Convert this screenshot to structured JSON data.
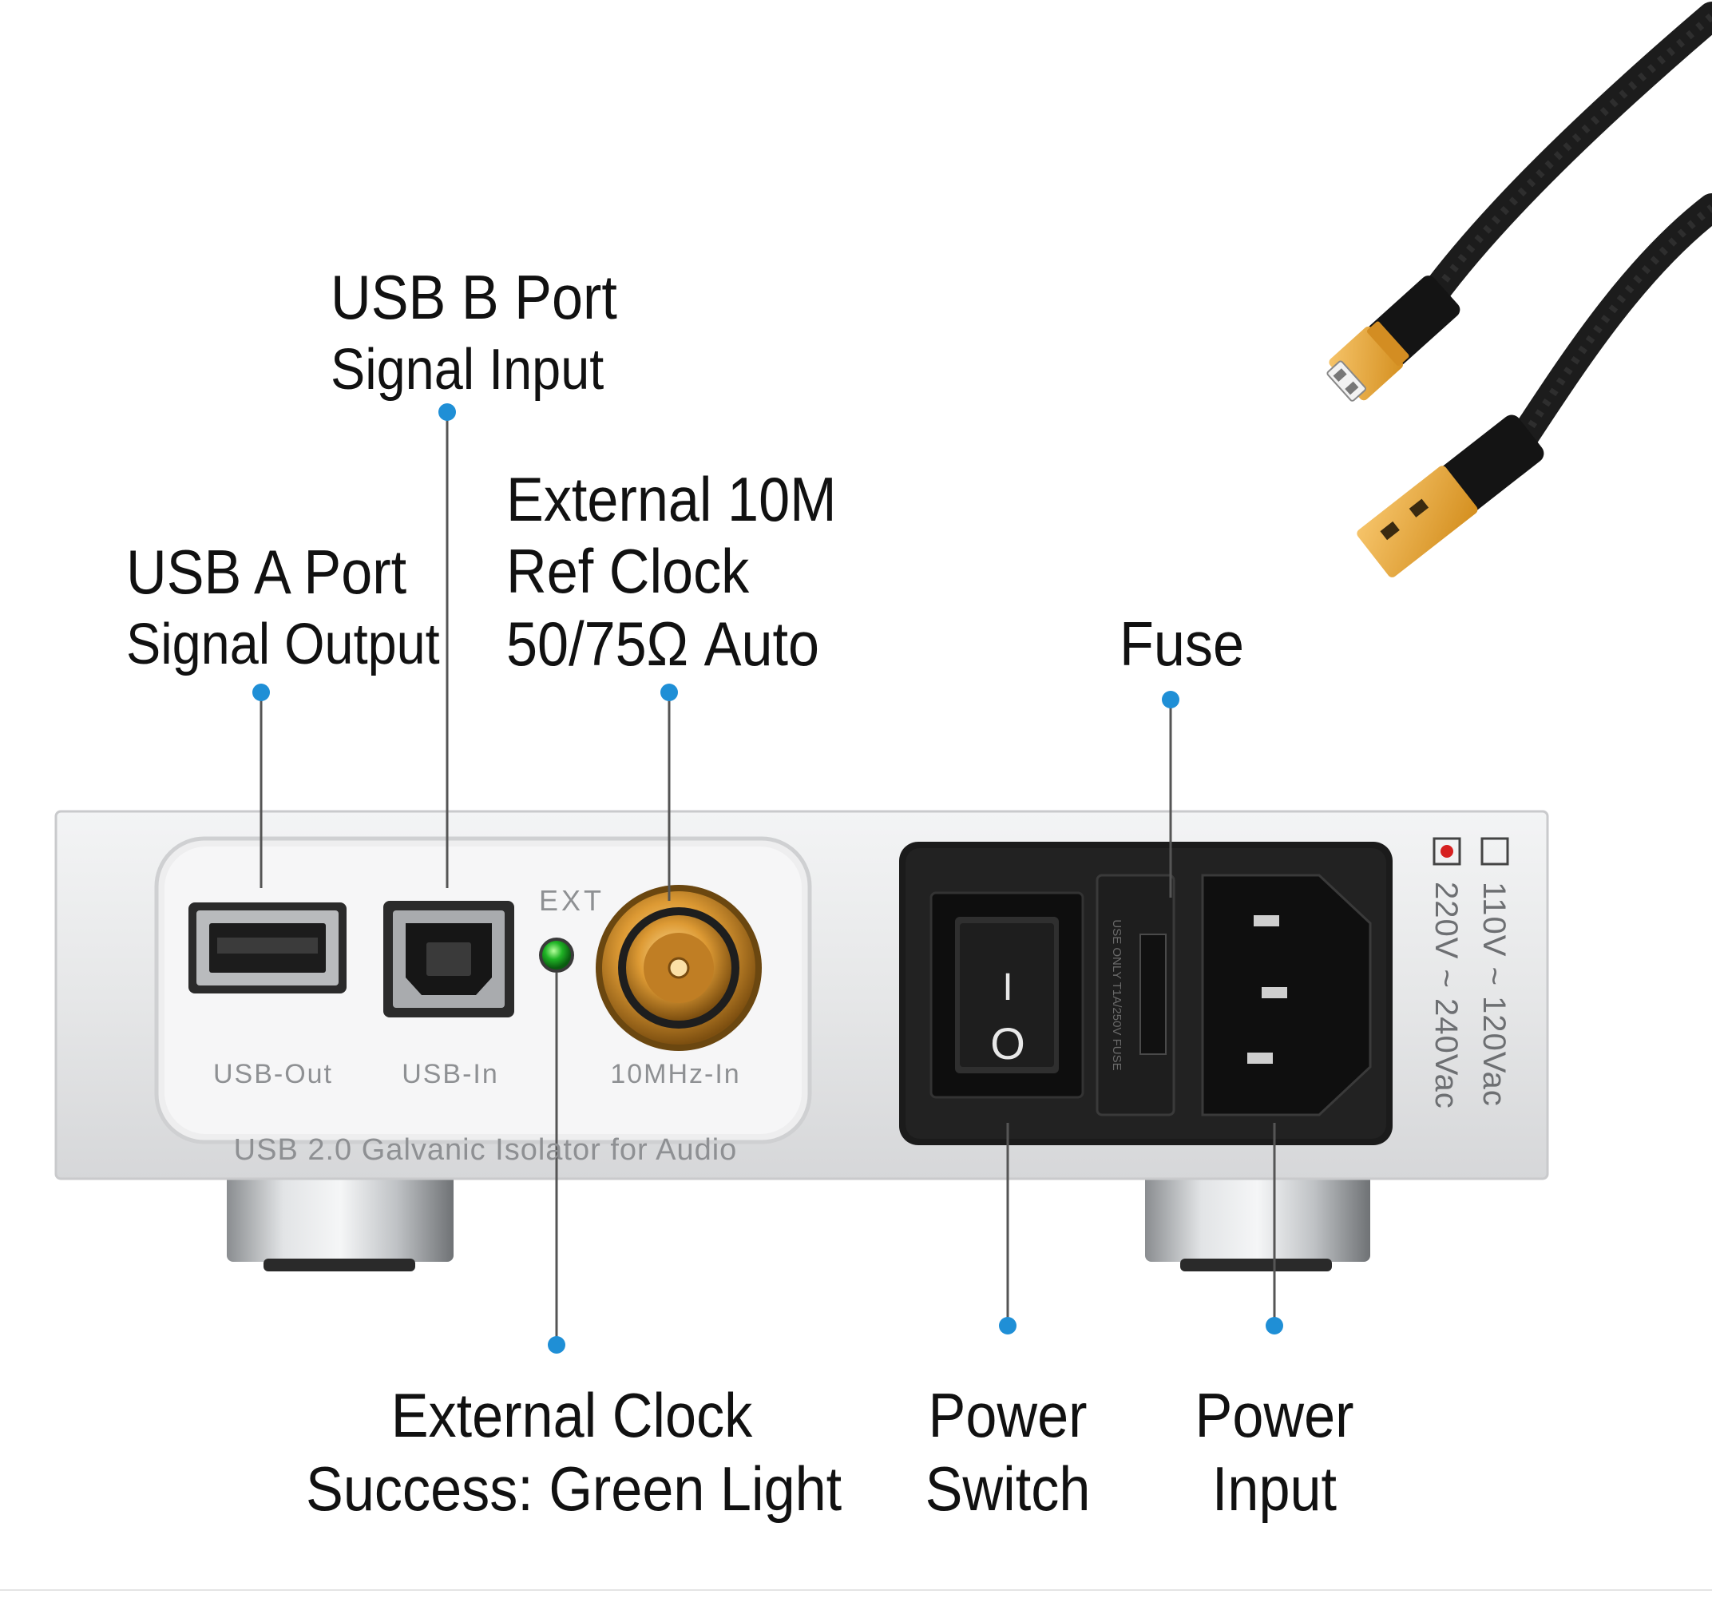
{
  "callouts": {
    "usb_b": {
      "line1": "USB B Port",
      "line2": "Signal Input"
    },
    "usb_a": {
      "line1": "USB A Port",
      "line2": "Signal Output"
    },
    "ext_clock_input": {
      "line1": "External 10M",
      "line2": "Ref Clock",
      "line3": "50/75Ω Auto"
    },
    "fuse": {
      "line1": "Fuse"
    },
    "ext_clock_led": {
      "line1": "External Clock",
      "line2": "Success: Green Light"
    },
    "power_switch": {
      "line1": "Power",
      "line2": "Switch"
    },
    "power_input": {
      "line1": "Power",
      "line2": "Input"
    }
  },
  "panel": {
    "usb_out_label": "USB-Out",
    "usb_in_label": "USB-In",
    "ext_label": "EXT",
    "clock_in_label": "10MHz-In",
    "product_name": "USB 2.0 Galvanic Isolator for Audio",
    "voltage_110": "110V ~ 120Vac",
    "voltage_220": "220V ~ 240Vac",
    "switch_on_symbol": "I",
    "switch_off_symbol": "O",
    "fuse_marking": "USE ONLY T1A/250V FUSE"
  },
  "colors": {
    "callout_dot": "#1f8fd6",
    "leader_line": "#555555",
    "led_green": "#1fb325",
    "connector_orange": "#e8a530",
    "bnc_gold": "#d8962e",
    "chassis_silver": "#e7e8e9"
  },
  "icons": {
    "usb_a_port": "usb-a-port-icon",
    "usb_b_port": "usb-b-port-icon",
    "bnc_connector": "bnc-connector-icon",
    "led": "led-indicator-icon",
    "rocker_switch": "rocker-switch-icon",
    "iec_inlet": "iec-power-inlet-icon",
    "fuse_holder": "fuse-holder-icon",
    "usb_cable": "usb-cable-icon"
  }
}
